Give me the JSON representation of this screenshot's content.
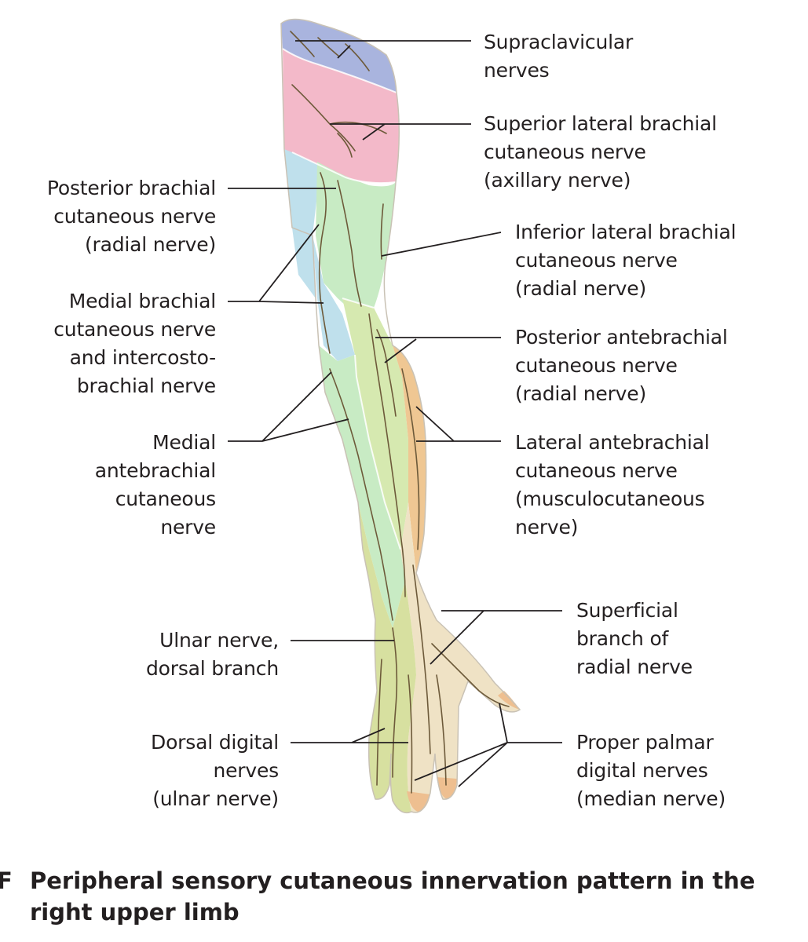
{
  "labels": {
    "supraclavicular": [
      "Supraclavicular",
      "nerves"
    ],
    "superior_lateral_brachial": [
      "Superior lateral brachial",
      "cutaneous nerve",
      "(axillary nerve)"
    ],
    "posterior_brachial": [
      "Posterior brachial",
      "cutaneous nerve",
      "(radial nerve)"
    ],
    "inferior_lateral_brachial": [
      "Inferior lateral brachial",
      "cutaneous nerve",
      "(radial nerve)"
    ],
    "medial_brachial": [
      "Medial brachial",
      "cutaneous nerve",
      "and intercosto-",
      "brachial nerve"
    ],
    "posterior_antebrachial": [
      "Posterior antebrachial",
      "cutaneous nerve",
      "(radial nerve)"
    ],
    "medial_antebrachial": [
      "Medial",
      "antebrachial",
      "cutaneous",
      "nerve"
    ],
    "lateral_antebrachial": [
      "Lateral antebrachial",
      "cutaneous nerve",
      "(musculocutaneous",
      "nerve)"
    ],
    "superficial_radial": [
      "Superficial",
      "branch of",
      "radial nerve"
    ],
    "ulnar_dorsal": [
      "Ulnar nerve,",
      "dorsal branch"
    ],
    "dorsal_digital": [
      "Dorsal digital",
      "nerves",
      "(ulnar nerve)"
    ],
    "proper_palmar": [
      "Proper palmar",
      "digital nerves",
      "(median nerve)"
    ]
  },
  "caption": {
    "letter": "F",
    "text": "Peripheral sensory cutaneous innervation pattern in the right upper limb"
  },
  "colors": {
    "supraclavicular": "#a9b4de",
    "axillary": "#f3b9c9",
    "medial_brachial": "#bfe0ec",
    "radial": "#c8ebc4",
    "posterior_antebrachial": "#d6e9b0",
    "musculocutaneous": "#efc793",
    "ulnar": "#d7e0a0",
    "superficial_radial": "#efe2c5",
    "fingertip": "#eebf90",
    "nerve_line": "#6d5a3a",
    "leader_line": "#231f20"
  }
}
